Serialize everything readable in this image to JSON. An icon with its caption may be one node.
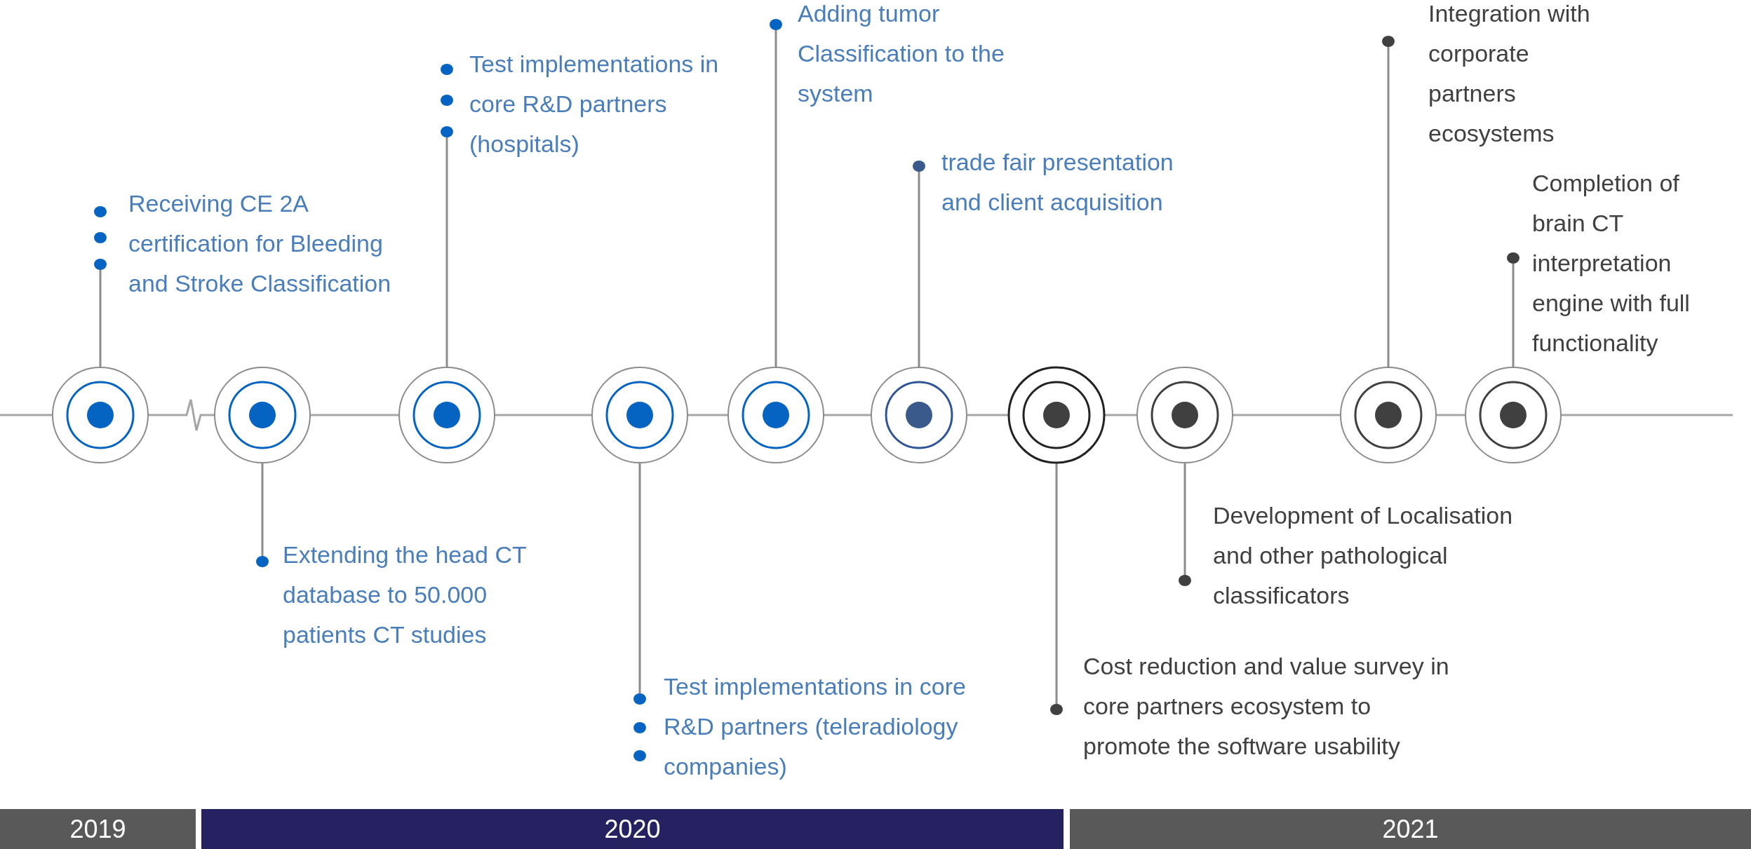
{
  "diagram": {
    "nodes": [
      {
        "text": [
          "Receiving CE 2A certification for Bleeding and Stroke Classification"
        ]
      },
      {
        "text": [],
        "shape": "circle"
      },
      {
        "text": [
          "Extending the head CT database to 50.000 patients CT studies"
        ]
      },
      {
        "text": [],
        "shape": "circle"
      },
      {
        "text": [
          "Test implementations in core R&D partners (hospitals)"
        ]
      },
      {
        "text": [],
        "shape": "circle"
      },
      {
        "text": [
          "Test implementations in core R&D partners (teleradiology companies)"
        ]
      },
      {
        "text": [],
        "shape": "circle"
      },
      {
        "text": [
          "Adding tumor Classification to the system"
        ]
      },
      {
        "text": [],
        "shape": "circle"
      },
      {
        "text": [
          "trade fair presentation and client acquisition"
        ]
      },
      {
        "text": [],
        "shape": "circle"
      },
      {
        "text": [
          "Cost reduction and value survey in core partners ecosystem to promote the software usability"
        ]
      },
      {
        "text": [],
        "shape": "circle"
      },
      {
        "text": [
          "Development of Localisation and other pathological classificators"
        ]
      },
      {
        "text": [],
        "shape": "circle"
      },
      {
        "text": [
          "Integration with corporate partners ecosystems"
        ]
      },
      {
        "text": [],
        "shape": "circle"
      },
      {
        "text": [
          "Completion of brain CT interpretation engine with full functionality"
        ]
      },
      {
        "text": [],
        "shape": "circle"
      },
      {
        "text": [
          "2019"
        ]
      },
      {
        "text": [
          "2020"
        ]
      },
      {
        "text": [
          "2021"
        ]
      }
    ],
    "edges": [
      {
        "from": 0,
        "to": 1,
        "arrow": "other"
      },
      {
        "from": 2,
        "to": 3,
        "arrow": "other"
      },
      {
        "from": 4,
        "to": 5,
        "arrow": "other"
      },
      {
        "from": 6,
        "to": 7,
        "arrow": "other"
      },
      {
        "from": 8,
        "to": 9,
        "arrow": "other"
      },
      {
        "from": 10,
        "to": 11,
        "arrow": "other"
      },
      {
        "from": 12,
        "to": 13,
        "arrow": "other"
      },
      {
        "from": 14,
        "to": 15,
        "arrow": "other"
      },
      {
        "from": 16,
        "to": 17,
        "arrow": "other"
      },
      {
        "from": 18,
        "to": 19,
        "arrow": "other"
      }
    ]
  }
}
